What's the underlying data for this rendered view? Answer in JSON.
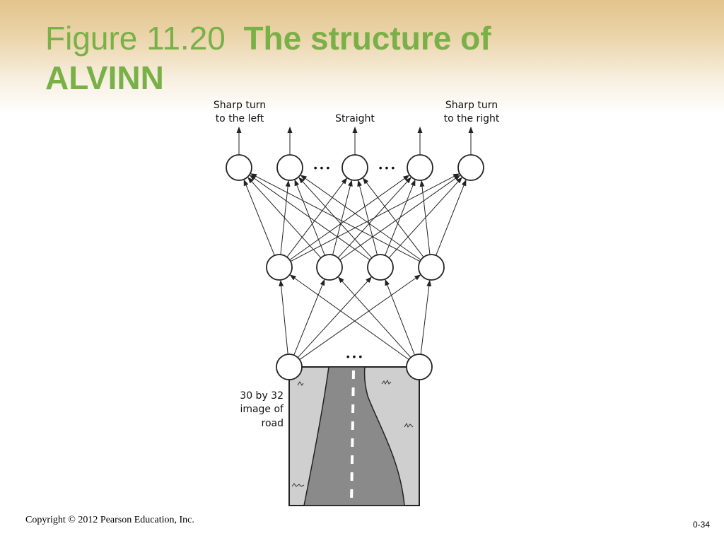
{
  "slide": {
    "title_prefix": "Figure 11.20",
    "title_bold": "The structure of ALVINN",
    "copyright": "Copyright © 2012 Pearson Education, Inc.",
    "page_number": "0-34"
  },
  "diagram": {
    "output_labels": {
      "left_line1": "Sharp turn",
      "left_line2": "to the left",
      "center": "Straight",
      "right_line1": "Sharp turn",
      "right_line2": "to the right"
    },
    "input_label_line1": "30 by 32",
    "input_label_line2": "image of",
    "input_label_line3": "road",
    "ellipsis": "• • •",
    "output_units": 5,
    "hidden_units": 4,
    "input_units_shown": 2
  },
  "colors": {
    "title": "#79b047",
    "band_top": "#e2c48c",
    "road": "#8a8a8a",
    "roadside": "#cfcfcf"
  }
}
